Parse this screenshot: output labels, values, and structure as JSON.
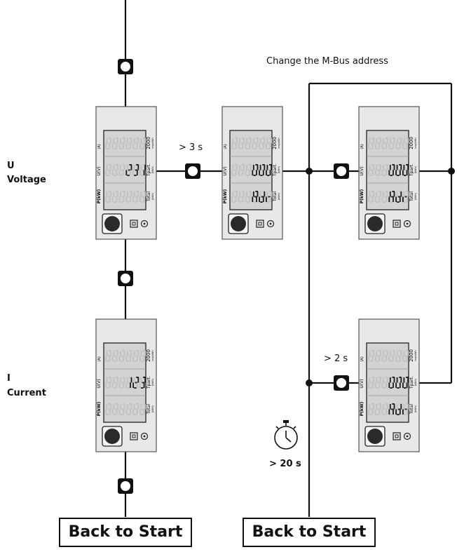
{
  "title": "Change the M-Bus address",
  "labels": {
    "u_symbol": "U",
    "u_name": "Voltage",
    "i_symbol": "I",
    "i_name": "Current",
    "t3": "> 3 s",
    "t2": "> 2 s",
    "t20": "> 20 s"
  },
  "back_to_start": [
    "Back to Start",
    "Back to Start"
  ],
  "meter": {
    "mark_a": "(A)",
    "mark_u": "U(V)",
    "mark_p": "P(kW)",
    "mark_rate": "2000",
    "mark_rate_unit": "imp/kWh",
    "mark_tpart": "Tpart.",
    "mark_tpart_unit": "(kWh)",
    "mark_total": "Total",
    "mark_total_unit": "(kWh)"
  },
  "displays": [
    {
      "id": "voltage",
      "top": "",
      "mid": "231",
      "bot": ""
    },
    {
      "id": "adr-initial",
      "top": "",
      "mid": "000",
      "bot": "Adr"
    },
    {
      "id": "adr-change",
      "top": "",
      "mid": "000",
      "bot": "Adr"
    },
    {
      "id": "adr-confirm",
      "top": "",
      "mid": "000",
      "bot": "Adr"
    },
    {
      "id": "current",
      "top": "",
      "mid": "123",
      "bot": ""
    }
  ],
  "colors": {
    "line": "#111111",
    "meter_body": "#e8e8e8",
    "lcd": "#d3d3d3",
    "seg_off": "#c0c0c0",
    "seg_on": "#1a1a1a"
  }
}
